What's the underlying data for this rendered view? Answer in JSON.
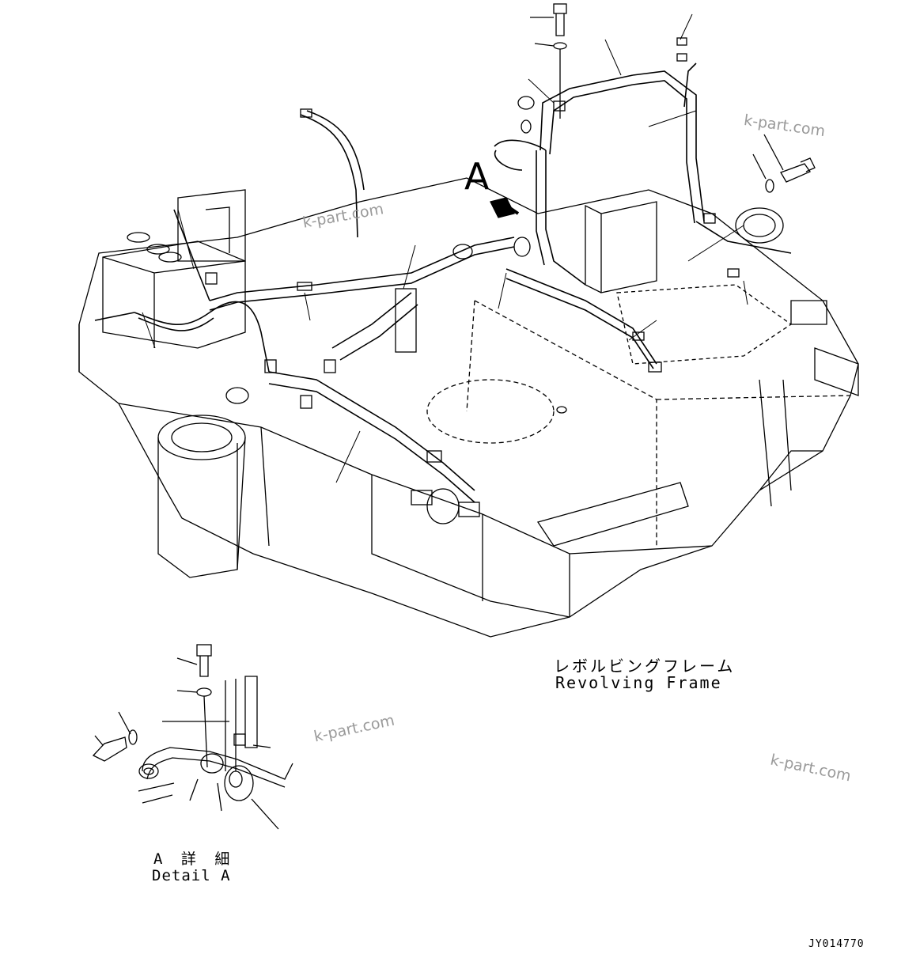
{
  "title": {
    "jp": "レボルビングフレーム",
    "en": "Revolving Frame"
  },
  "view_marker": "A",
  "detail": {
    "jp": "A 詳 細",
    "en": "Detail A"
  },
  "drawing_code": "JY014770",
  "watermark": "k-part.com",
  "colors": {
    "line": "#000000",
    "watermark": "#9a9a9a",
    "background": "#ffffff"
  }
}
